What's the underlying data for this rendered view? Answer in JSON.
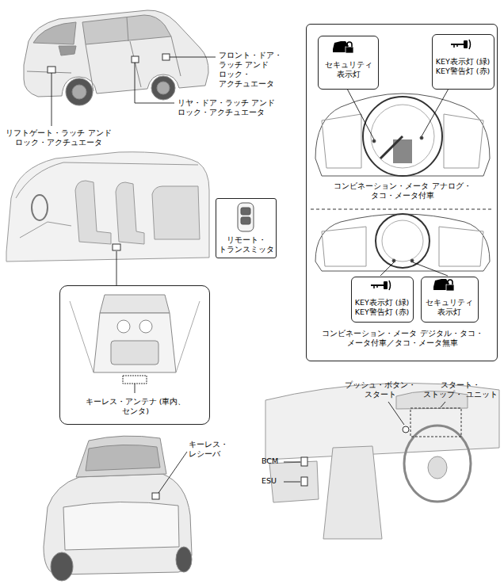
{
  "diagram": {
    "nodes": [
      {
        "text": [
          "コンビネーション・メータ アナログ・タコ・メータ付車",
          "コンビネーション・メータ デジタル・タコ・メータ付車／タコ・メータ無車"
        ]
      },
      {
        "text": [
          "セキュリティ 表示灯"
        ],
        "in": 0
      },
      {
        "text": [
          "KEY表示灯 (緑) KEY警告灯 (赤)"
        ],
        "in": 0
      },
      {
        "text": [
          "KEY表示灯 (緑) KEY警告灯 (赤)"
        ],
        "in": 0
      },
      {
        "text": [
          "セキュリティ 表示灯"
        ],
        "in": 0
      },
      {
        "text": [
          "リモート・ トランスミッタ"
        ]
      },
      {
        "text": [
          "キーレス・アンテナ (車内、センタ)"
        ]
      }
    ],
    "labels": [
      "フロント・ドア・ ラッチ アンド ロック・ アクチュエータ",
      "リヤ・ドア・ラッチ アンド ロック・アクチュエータ",
      "リフトゲート・ラッチ アンド ロック・アクチュエータ",
      "キーレス・ レシーバ",
      "プッシュ・ボタン・ スタート",
      "スタート・ストップ・ ユニット",
      "BCM",
      "ESU"
    ]
  }
}
